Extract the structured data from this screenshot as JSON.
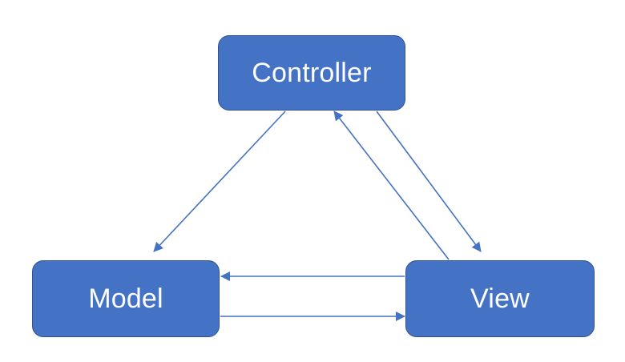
{
  "diagram": {
    "nodes": {
      "controller": {
        "label": "Controller"
      },
      "model": {
        "label": "Model"
      },
      "view": {
        "label": "View"
      }
    },
    "edges": [
      {
        "from": "controller",
        "to": "model"
      },
      {
        "from": "view",
        "to": "controller"
      },
      {
        "from": "controller",
        "to": "view"
      },
      {
        "from": "view",
        "to": "model"
      },
      {
        "from": "model",
        "to": "view"
      }
    ]
  },
  "colors": {
    "node_fill": "#4472c4",
    "node_border": "#2f528f",
    "node_text": "#ffffff",
    "arrow": "#4472c4"
  }
}
